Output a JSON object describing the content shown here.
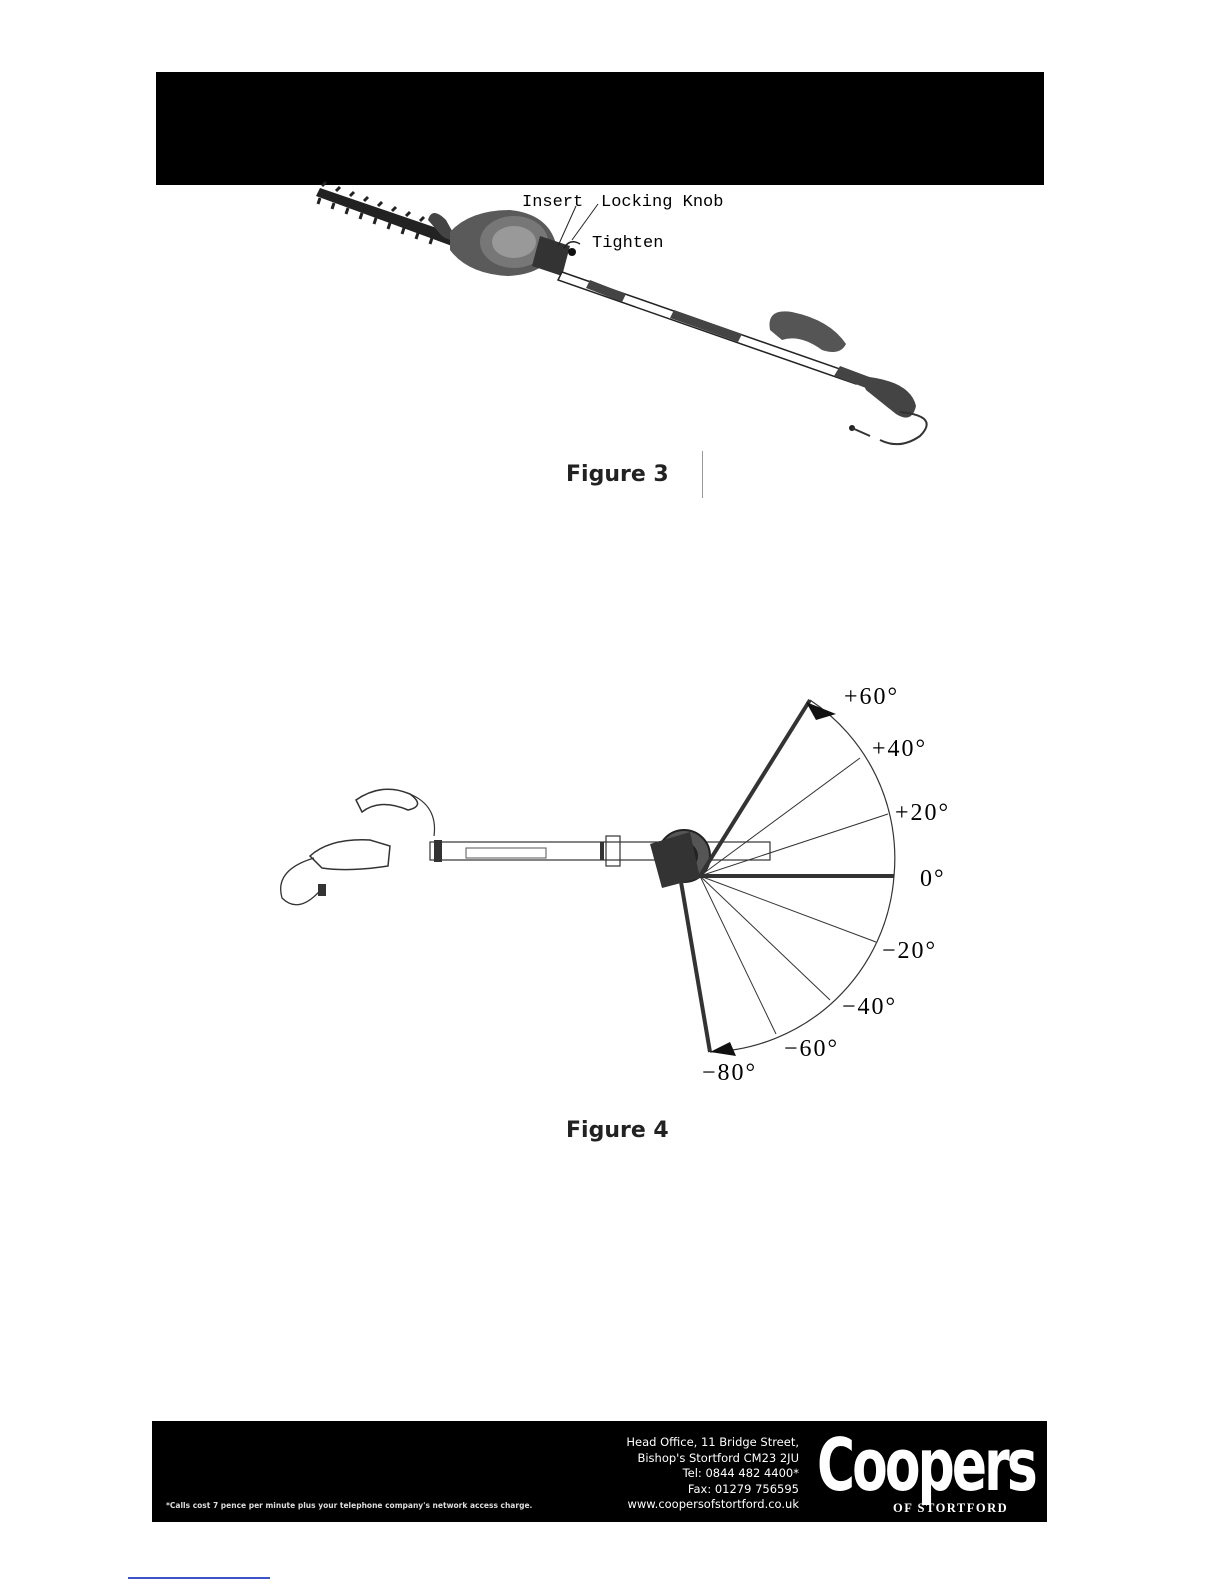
{
  "figure3": {
    "caption": "Figure 3",
    "labels": {
      "insert": "Insert",
      "locking_knob": "Locking Knob",
      "tighten": "Tighten"
    }
  },
  "figure4": {
    "caption": "Figure 4",
    "angles": [
      "+60°",
      "+40°",
      "+20°",
      "0°",
      "−20°",
      "−40°",
      "−60°",
      "−80°"
    ]
  },
  "footer": {
    "address_lines": [
      "Head Office, 11 Bridge Street,",
      "Bishop's Stortford CM23 2JU",
      "Tel: 0844 482 4400*",
      "Fax: 01279 756595",
      "www.coopersofstortford.co.uk"
    ],
    "note": "*Calls cost 7 pence per minute plus your telephone company's network access charge.",
    "brand_name": "Coopers",
    "brand_sub": "OF STORTFORD"
  }
}
